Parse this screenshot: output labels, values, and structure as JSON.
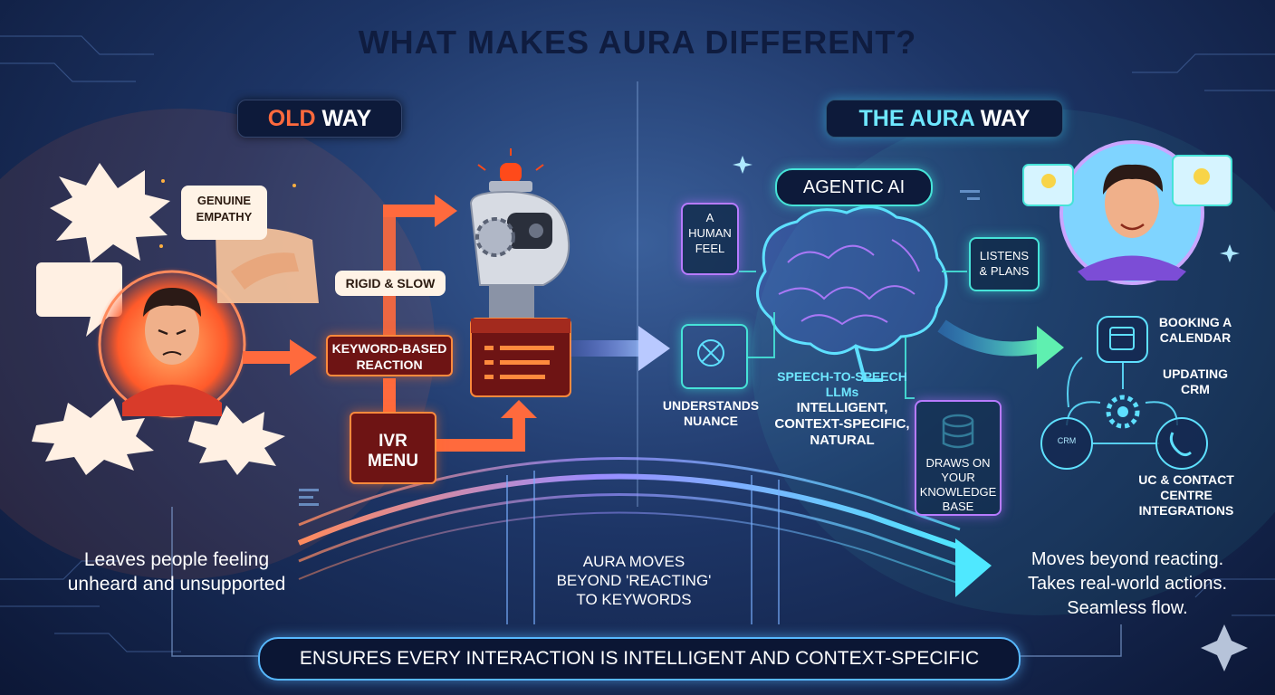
{
  "title": "WHAT MAKES AURA DIFFERENT?",
  "old_way": {
    "pill_word1": "OLD",
    "pill_word2": "WAY",
    "callout_line1": "GENUINE",
    "callout_line2": "EMPATHY",
    "rigid_label": "RIGID & SLOW",
    "keyword_line1": "KEYWORD-BASED",
    "keyword_line2": "REACTION",
    "ivr_line1": "IVR",
    "ivr_line2": "MENU",
    "caption_line1": "Leaves people feeling",
    "caption_line2": "unheard and unsupported"
  },
  "aura_way": {
    "pill_word1": "THE AURA",
    "pill_word2": "WAY",
    "agentic_label": "AGENTIC AI",
    "human_line1": "A",
    "human_line2": "HUMAN",
    "human_line3": "FEEL",
    "listens_line1": "LISTENS",
    "listens_line2": "& PLANS",
    "understands_line1": "UNDERSTANDS",
    "understands_line2": "NUANCE",
    "s2s_line1": "SPEECH-TO-SPEECH",
    "s2s_line2": "LLMs",
    "intelligent_line1": "INTELLIGENT,",
    "intelligent_line2": "CONTEXT-SPECIFIC,",
    "intelligent_line3": "NATURAL",
    "draws_line1": "DRAWS ON",
    "draws_line2": "YOUR",
    "draws_line3": "KNOWLEDGE",
    "draws_line4": "BASE",
    "booking_line1": "BOOKING A",
    "booking_line2": "CALENDAR",
    "crm_line1": "UPDATING",
    "crm_line2": "CRM",
    "crm_icon_label": "CRM",
    "uc_line1": "UC & CONTACT",
    "uc_line2": "CENTRE",
    "uc_line3": "INTEGRATIONS",
    "caption_line1": "Moves beyond reacting.",
    "caption_line2": "Takes real-world actions.",
    "caption_line3": "Seamless flow."
  },
  "bridge": {
    "line1": "AURA MOVES",
    "line2": "BEYOND 'REACTING'",
    "line3": "TO KEYWORDS"
  },
  "bottom_banner": "ENSURES EVERY INTERACTION IS INTELLIGENT AND CONTEXT-SPECIFIC",
  "colors": {
    "old_accent": "#ff6a3d",
    "aura_accent": "#46e3d8",
    "aura_purple": "#b77bff",
    "title": "#0f1c3f"
  }
}
